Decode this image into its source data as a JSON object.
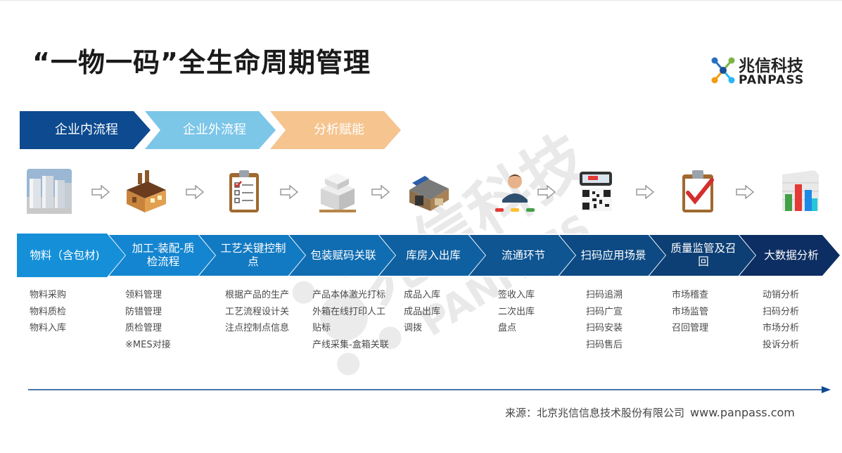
{
  "title": "“一物一码”全生命周期管理",
  "logo": {
    "name_cn": "兆信科技",
    "name_en": "PANPASS"
  },
  "phases": [
    "企业内流程",
    "企业外流程",
    "分析赋能"
  ],
  "watermark": {
    "cn": "兆信科技",
    "en": "PANPASS"
  },
  "icons": [
    "storage-tanks-icon",
    "factory-icon",
    "checklist-clipboard-icon",
    "boxes-icon",
    "warehouse-icon",
    "person-icon",
    "qr-phone-icon",
    "check-clipboard-icon",
    "bar-chart-icon"
  ],
  "colors": {
    "dark_blue": "#0d4a8f",
    "light_blue": "#7cc6e8",
    "orange": "#f5c48f",
    "chevron_start": "#1590d8",
    "chevron_end": "#0d2e63"
  },
  "stages": [
    {
      "label": "物料（含包材)",
      "items": [
        "物料采购",
        "物料质检",
        "物料入库"
      ]
    },
    {
      "label": "加工-装配-质检流程",
      "items": [
        "领料管理",
        "防错管理",
        "质检管理",
        "※MES对接"
      ]
    },
    {
      "label": "工艺关键控制点",
      "items": [
        "根据产品的生产",
        "工艺流程设计关",
        "注点控制点信息"
      ]
    },
    {
      "label": "包装赋码关联",
      "items": [
        "产品本体激光打标",
        "外箱在线打印人工",
        "贴标",
        "产线采集-盒箱关联"
      ]
    },
    {
      "label": "库房入出库",
      "items": [
        "成品入库",
        "成品出库",
        "调拨"
      ]
    },
    {
      "label": "流通环节",
      "items": [
        "签收入库",
        "二次出库",
        "盘点"
      ]
    },
    {
      "label": "扫码应用场景",
      "items": [
        "扫码追溯",
        "扫码广宣",
        "扫码安装",
        "扫码售后"
      ]
    },
    {
      "label": "质量监管及召回",
      "items": [
        "市场稽查",
        "市场监管",
        "召回管理"
      ]
    },
    {
      "label": "大数据分析",
      "items": [
        "动销分析",
        "扫码分析",
        "市场分析",
        "投诉分析"
      ]
    }
  ],
  "source": {
    "text": "来源：北京兆信信息技术股份有限公司",
    "url": "www.panpass.com"
  }
}
